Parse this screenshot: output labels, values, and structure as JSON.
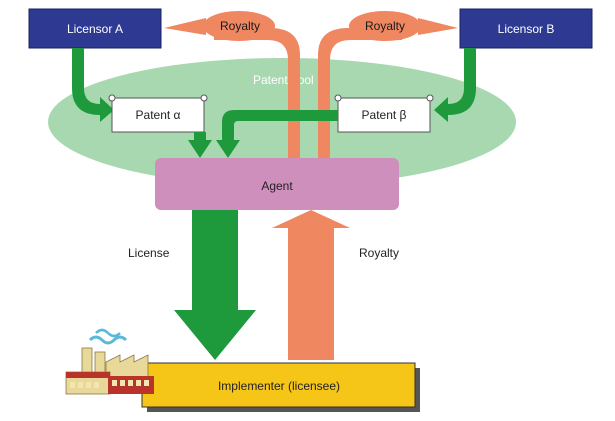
{
  "licensor_a": {
    "label": "Licensor A",
    "color": "#2e3a92"
  },
  "licensor_b": {
    "label": "Licensor B",
    "color": "#2e3a92"
  },
  "royalty_top_left": "Royalty",
  "royalty_top_right": "Royalty",
  "patent_pool": {
    "label": "Patent pool",
    "color": "#a8d8b0"
  },
  "patent_alpha": "Patent α",
  "patent_beta": "Patent β",
  "agent": {
    "label": "Agent",
    "color": "#cf8fbd"
  },
  "license_label": "License",
  "royalty_bottom": "Royalty",
  "implementer": {
    "label": "Implementer (licensee)",
    "color": "#f5c518"
  },
  "colors": {
    "license_arrow": "#1e9a3c",
    "royalty_arrow": "#ef8760",
    "factory_red": "#b8342b",
    "factory_smoke": "#5ab8d8"
  }
}
